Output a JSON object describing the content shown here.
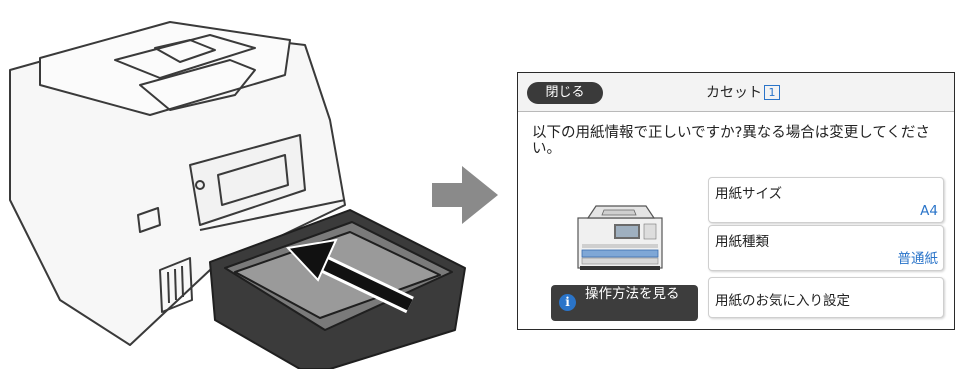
{
  "screen": {
    "close_label": "閉じる",
    "title": "カセット",
    "title_number": "1",
    "message": "以下の用紙情報で正しいですか?異なる場合は変更してください。",
    "fields": [
      {
        "label": "用紙サイズ",
        "value": "A4"
      },
      {
        "label": "用紙種類",
        "value": "普通紙"
      },
      {
        "label": "用紙のお気に入り設定"
      }
    ],
    "howto_label": "操作方法を見る",
    "info_icon_glyph": "i"
  },
  "colors": {
    "accent": "#2a74c9",
    "dark_button": "#3a3a3a"
  }
}
